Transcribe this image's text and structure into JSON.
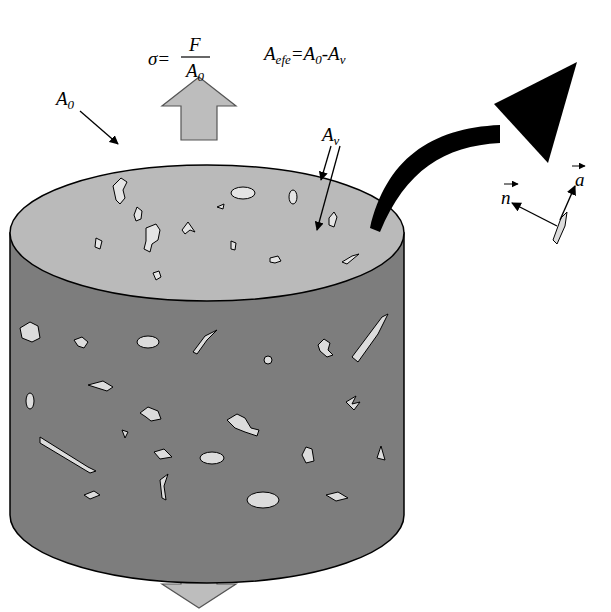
{
  "diagram": {
    "labels": [
      "σ=",
      "F",
      "A0",
      "Aefe=A0-Av",
      "A0",
      "Av",
      "n",
      "a"
    ]
  }
}
